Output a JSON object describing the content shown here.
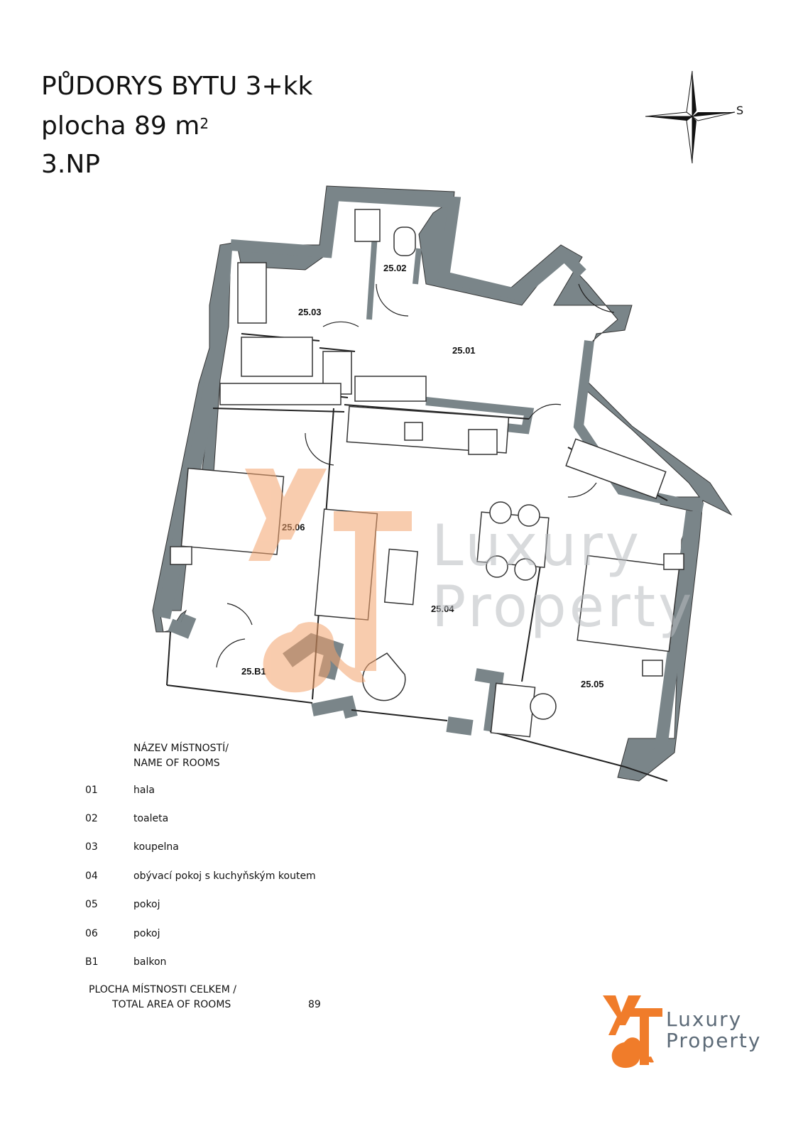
{
  "header": {
    "line1": "PŮDORYS BYTU  3+kk",
    "line2_prefix": "plocha 89 m",
    "line2_sup": "2",
    "line3": "3.NP"
  },
  "compass": {
    "label": "S"
  },
  "rooms": {
    "r01": "25.01",
    "r02": "25.02",
    "r03": "25.03",
    "r04": "25.04",
    "r05": "25.05",
    "r06": "25.06",
    "rb1": "25.B1"
  },
  "legend": {
    "heading_line1": "NÁZEV MÍSTNOSTÍ/",
    "heading_line2": "NAME OF ROOMS",
    "items": [
      {
        "code": "01",
        "name": "hala"
      },
      {
        "code": "02",
        "name": "toaleta"
      },
      {
        "code": "03",
        "name": "koupelna"
      },
      {
        "code": "04",
        "name": "obývací pokoj s kuchyňským koutem"
      },
      {
        "code": "05",
        "name": "pokoj"
      },
      {
        "code": "06",
        "name": "pokoj"
      },
      {
        "code": "B1",
        "name": "balkon"
      }
    ],
    "total_label_line1": "PLOCHA MÍSTNOSTI CELKEM /",
    "total_label_line2": "TOTAL AREA OF ROOMS",
    "total_value": "89"
  },
  "brand": {
    "monogram": "Y&T",
    "line1": "Luxury",
    "line2": "Property",
    "wm_line1": "Luxury",
    "wm_line2": "Property",
    "wm_monogram": "Y&T",
    "accent_color": "#f07c2a",
    "text_color": "#5d6b78"
  },
  "colors": {
    "wall": "#7a8589",
    "furniture_stroke": "#333333"
  }
}
